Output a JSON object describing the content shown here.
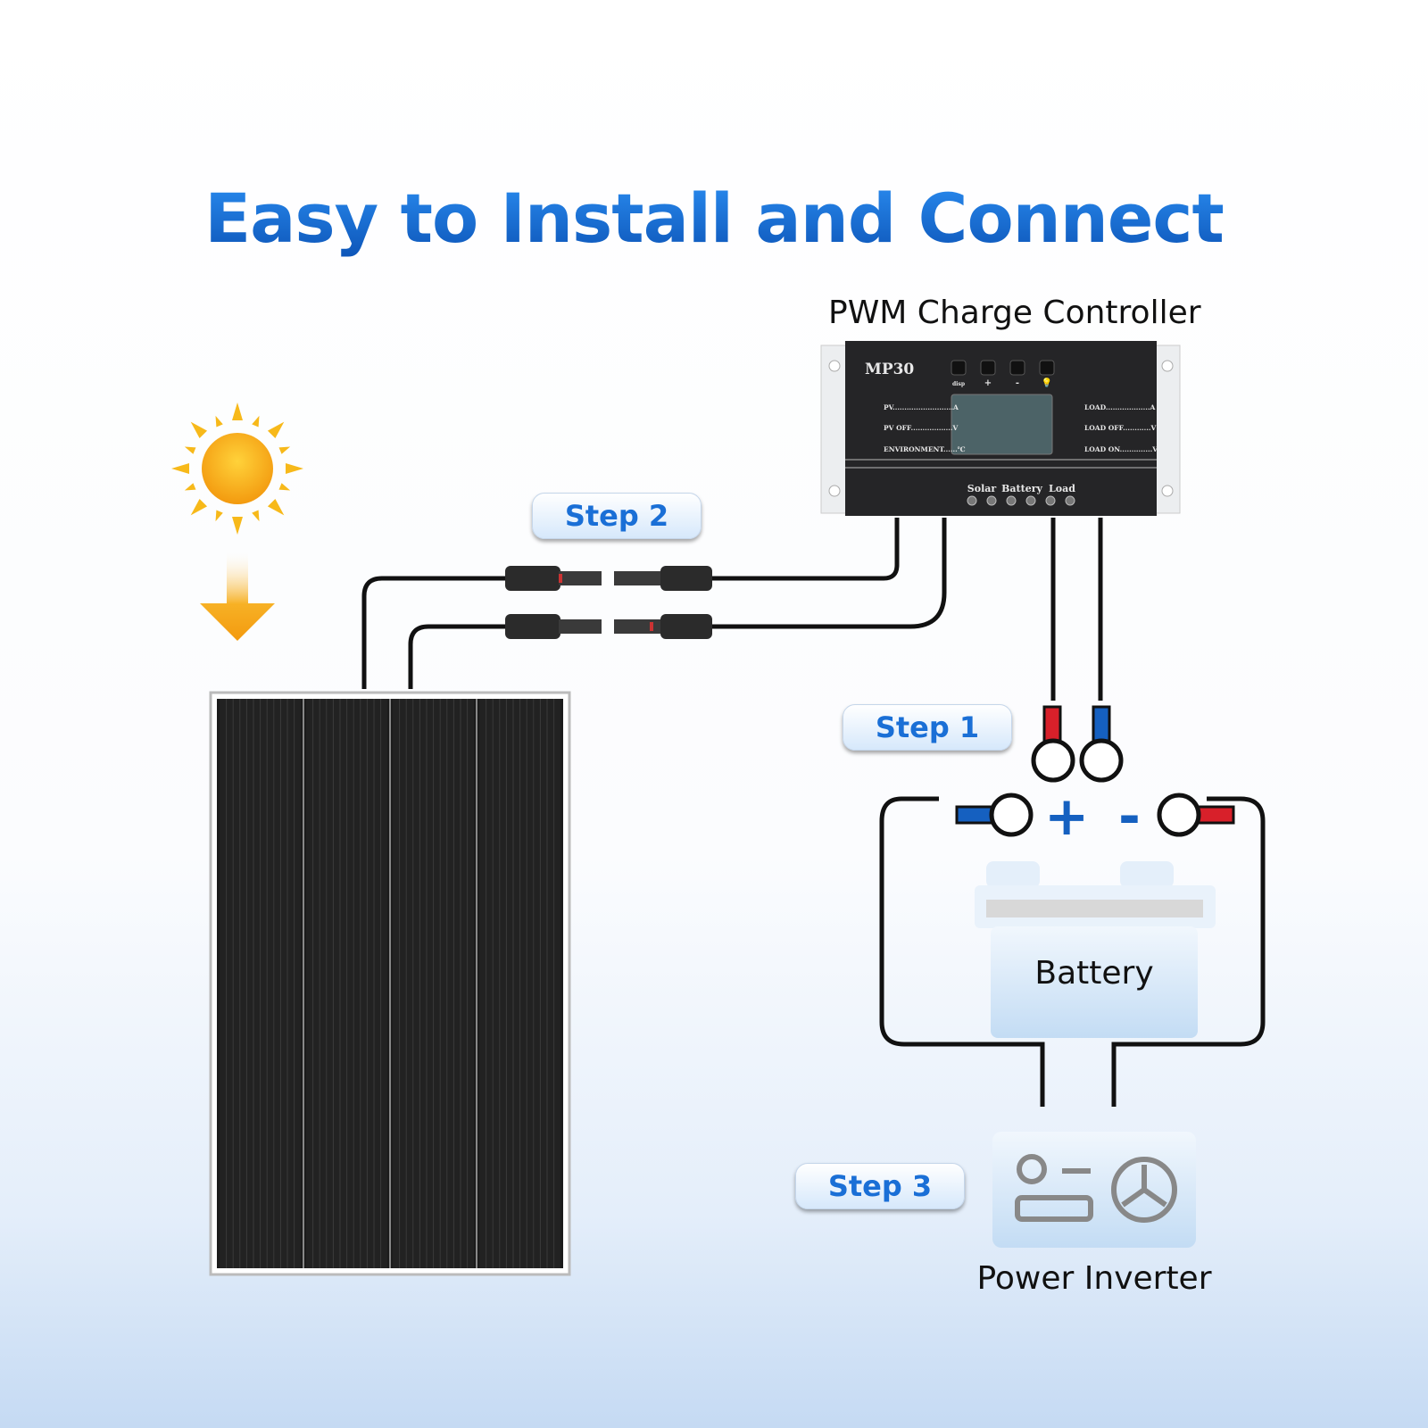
{
  "title": "Easy to Install and Connect",
  "controller": {
    "label": "PWM Charge Controller",
    "model": "MP30",
    "buttons": [
      "disp",
      "+",
      "-",
      "bulb-icon"
    ],
    "left_readouts": [
      "PV..........................A",
      "PV OFF..................V",
      "ENVIRONMENT......℃"
    ],
    "right_readouts": [
      "LOAD...................A",
      "LOAD OFF............V",
      "LOAD ON..............V"
    ],
    "terminal_groups": [
      "Solar",
      "Battery",
      "Load"
    ]
  },
  "steps": {
    "step1": "Step 1",
    "step2": "Step 2",
    "step3": "Step 3"
  },
  "battery": {
    "label": "Battery",
    "plus": "+",
    "minus": "-"
  },
  "inverter": {
    "label": "Power Inverter"
  },
  "colors": {
    "title": "#1a6fd6",
    "positive": "#d8202a",
    "negative": "#1560c0",
    "sun": "#f7a713"
  }
}
